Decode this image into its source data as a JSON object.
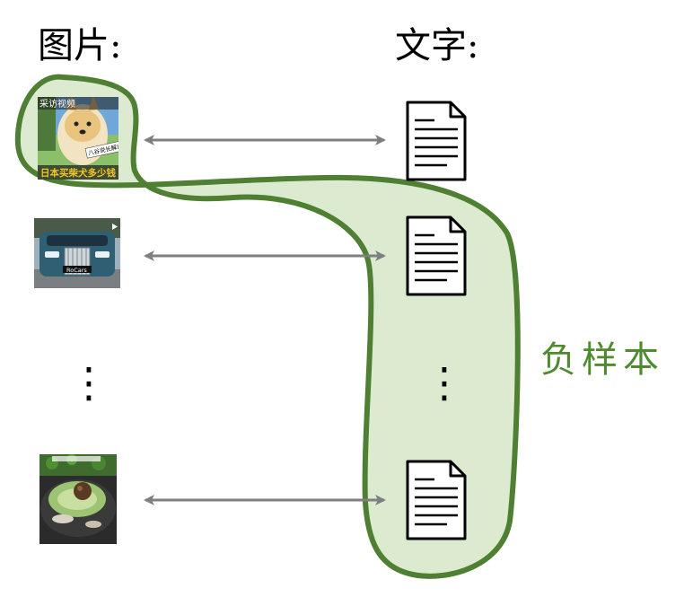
{
  "headings": {
    "images": "图片:",
    "texts": "文字:"
  },
  "negative_label": "负样本",
  "ellipsis": "⋮",
  "thumbnails": [
    {
      "name": "shiba-dog-image",
      "overlay_top": "采访视频",
      "overlay_tag": "八谷说长解说",
      "caption": "日本买柴犬多少钱"
    },
    {
      "name": "luxury-car-image",
      "plate": "RoCars"
    },
    {
      "name": "avocado-dessert-image"
    }
  ],
  "colors": {
    "highlight_fill": "#dcebd0",
    "highlight_stroke": "#4e7f32",
    "arrow": "#7f7f7f",
    "label": "#4e8a2e"
  }
}
